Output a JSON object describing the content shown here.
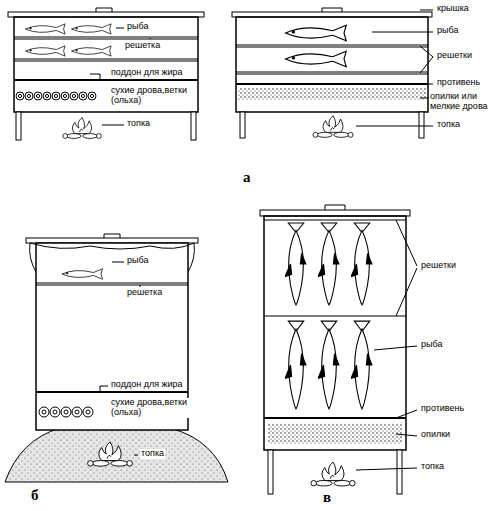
{
  "diagram": {
    "labels": [
      "рыба",
      "решетка",
      "поддон для жира",
      "сухие дрова,ветки (ольха)",
      "топка",
      "крышка",
      "рыба",
      "решетки",
      "противень",
      "опилки или мелкие дрова",
      "топка",
      "а",
      "рыба",
      "решетка",
      "поддон для жира",
      "сухие дрова,ветки (ольха)",
      "топка",
      "б",
      "решетки",
      "рыба",
      "противень",
      "опилки",
      "топка",
      "в"
    ]
  }
}
